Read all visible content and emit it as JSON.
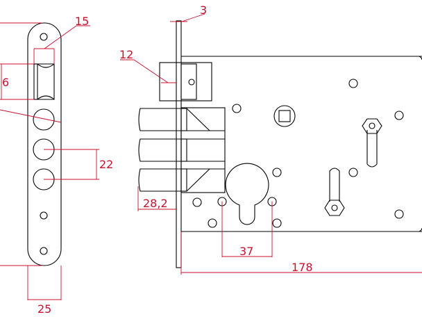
{
  "drawing": {
    "title": "Mortise lock technical drawing",
    "dimensions": {
      "roller_width": "15",
      "roller_height": "6",
      "bolt_spacing": "22",
      "faceplate_width": "25",
      "faceplate_thickness": "3",
      "latch_label": "12",
      "bolt_projection": "28,2",
      "cylinder_hole_spacing": "37",
      "body_length": "178"
    },
    "colors": {
      "line": "#000000",
      "dimension": "#c8102e"
    }
  }
}
